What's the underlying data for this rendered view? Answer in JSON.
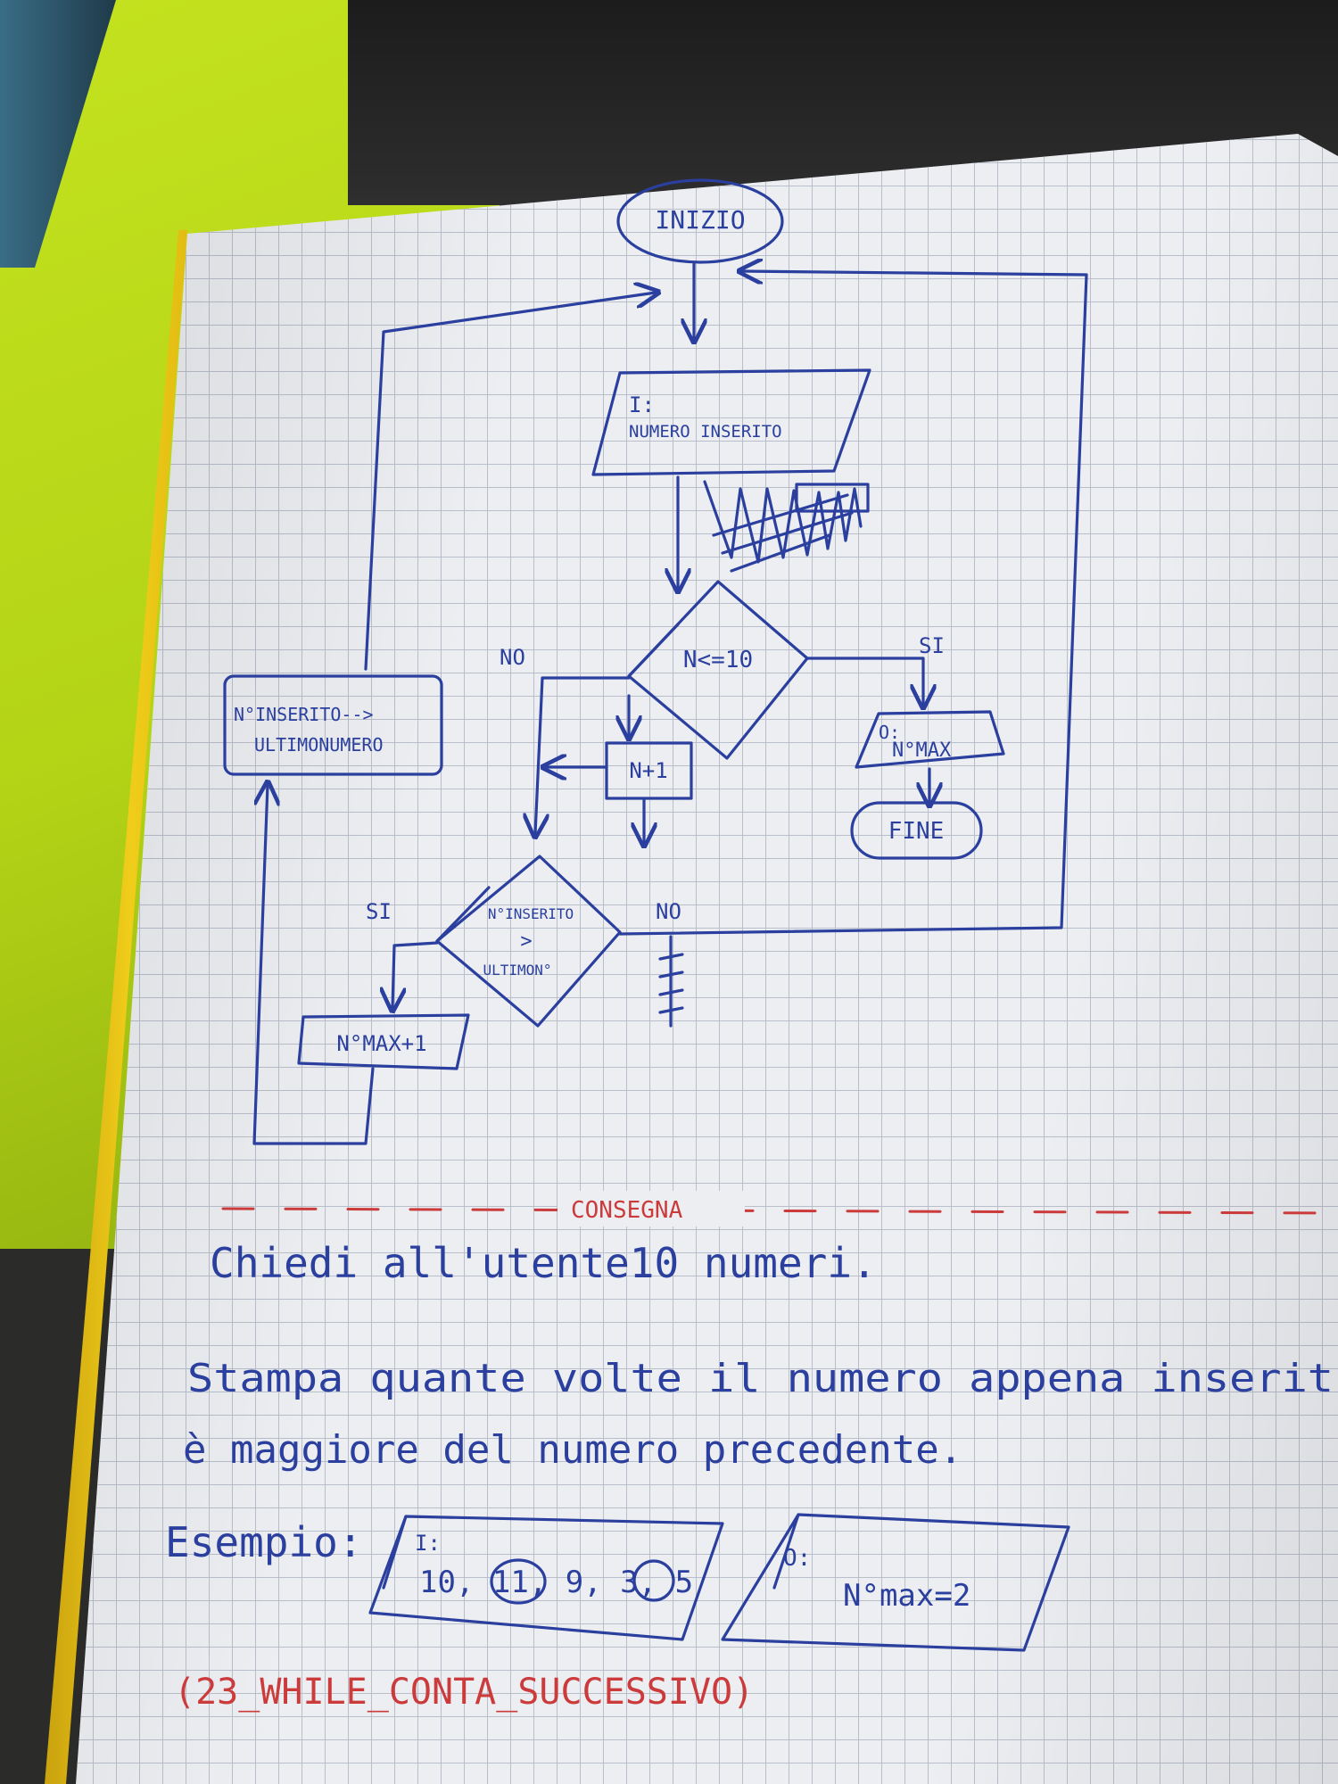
{
  "flowchart": {
    "start": "INIZIO",
    "input_label": "I:",
    "input_text": "NUMERO INSERITO",
    "condition1": "N<=10",
    "label_no1": "NO",
    "label_si1": "SI",
    "output_label": "O:",
    "output_text": "N°MAX",
    "end": "FINE",
    "increment": "N+1",
    "condition2_line1": "N°INSERITO",
    "condition2_line2": ">",
    "condition2_line3": "ULTIMON°",
    "label_si2": "SI",
    "label_no2": "NO",
    "counter": "N°MAX+1",
    "assign_line1": "N°INSERITO-->",
    "assign_line2": "ULTIMONUMERO"
  },
  "task": {
    "heading": "CONSEGNA",
    "line1": "Chiedi all'utente10 numeri.",
    "line2": "Stampa quante volte il numero appena inserit",
    "line3": "è maggiore del numero precedente.",
    "example_label": "Esempio:",
    "example_input_label": "I:",
    "example_input_values": "10, 11, 9, 3, 5",
    "example_output_label": "O:",
    "example_output_value": "N°max=2",
    "filename": "(23_WHILE_CONTA_SUCCESSIVO)"
  }
}
